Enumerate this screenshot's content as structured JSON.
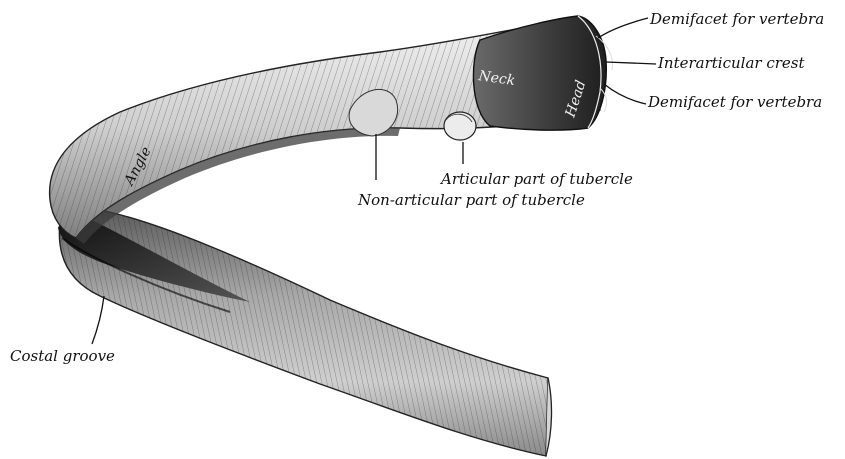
{
  "labels": {
    "demifacet_upper": "Demifacet for vertebra",
    "interarticular_crest": "Interarticular crest",
    "demifacet_lower": "Demifacet for vertebra",
    "articular_tubercle": "Articular part of tubercle",
    "nonarticular_tubercle": "Non-articular part of tubercle",
    "costal_groove": "Costal groove",
    "neck": "Neck",
    "head": "Head",
    "angle": "Angle"
  },
  "colors": {
    "bone_dark": "#2a2a2a",
    "bone_mid": "#7a7a7a",
    "bone_light": "#e6e6e6",
    "ink": "#111111"
  }
}
